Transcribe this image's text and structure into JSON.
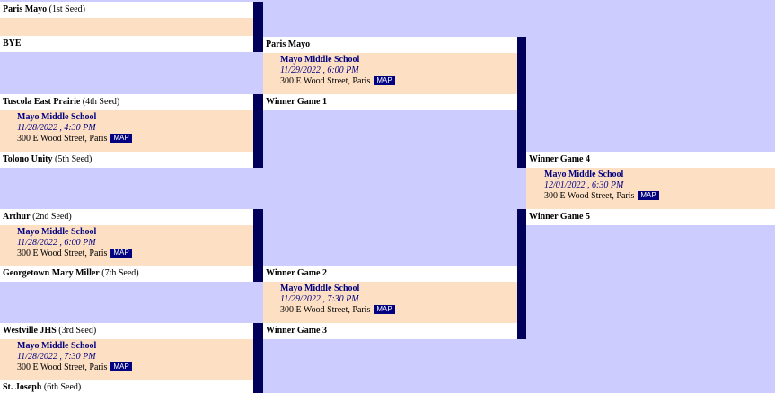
{
  "round1": {
    "m1": {
      "top_team": "Paris Mayo",
      "top_seed": "(1st Seed)",
      "bottom_team": "BYE"
    },
    "m2": {
      "top_team": "Tuscola East Prairie",
      "top_seed": "(4th Seed)",
      "location": "Mayo Middle School",
      "datetime": "11/28/2022 , 4:30 PM",
      "address": "300 E Wood Street, Paris",
      "map_label": "MAP",
      "bottom_team": "Tolono Unity",
      "bottom_seed": "(5th Seed)"
    },
    "m3": {
      "top_team": "Arthur",
      "top_seed": "(2nd Seed)",
      "location": "Mayo Middle School",
      "datetime": "11/28/2022 , 6:00 PM",
      "address": "300 E Wood Street, Paris",
      "map_label": "MAP",
      "bottom_team": "Georgetown Mary Miller",
      "bottom_seed": "(7th Seed)"
    },
    "m4": {
      "top_team": "Westville JHS",
      "top_seed": "(3rd Seed)",
      "location": "Mayo Middle School",
      "datetime": "11/28/2022 , 7:30 PM",
      "address": "300 E Wood Street, Paris",
      "map_label": "MAP",
      "bottom_team": "St. Joseph",
      "bottom_seed": "(6th Seed)"
    }
  },
  "round2": {
    "m1": {
      "top_team": "Paris Mayo",
      "location": "Mayo Middle School",
      "datetime": "11/29/2022 , 6:00 PM",
      "address": "300 E Wood Street, Paris",
      "map_label": "MAP",
      "bottom_team": "Winner Game 1"
    },
    "m2": {
      "top_team": "Winner Game 2",
      "location": "Mayo Middle School",
      "datetime": "11/29/2022 , 7:30 PM",
      "address": "300 E Wood Street, Paris",
      "map_label": "MAP",
      "bottom_team": "Winner Game 3"
    }
  },
  "round3": {
    "m1": {
      "top_team": "Winner Game 4",
      "location": "Mayo Middle School",
      "datetime": "12/01/2022 , 6:30 PM",
      "address": "300 E Wood Street, Paris",
      "map_label": "MAP",
      "bottom_team": "Winner Game 5"
    }
  },
  "colors": {
    "background": "#ccccff",
    "game_box": "#fddfc3",
    "connector": "#00005a",
    "location_text": "#000080"
  }
}
